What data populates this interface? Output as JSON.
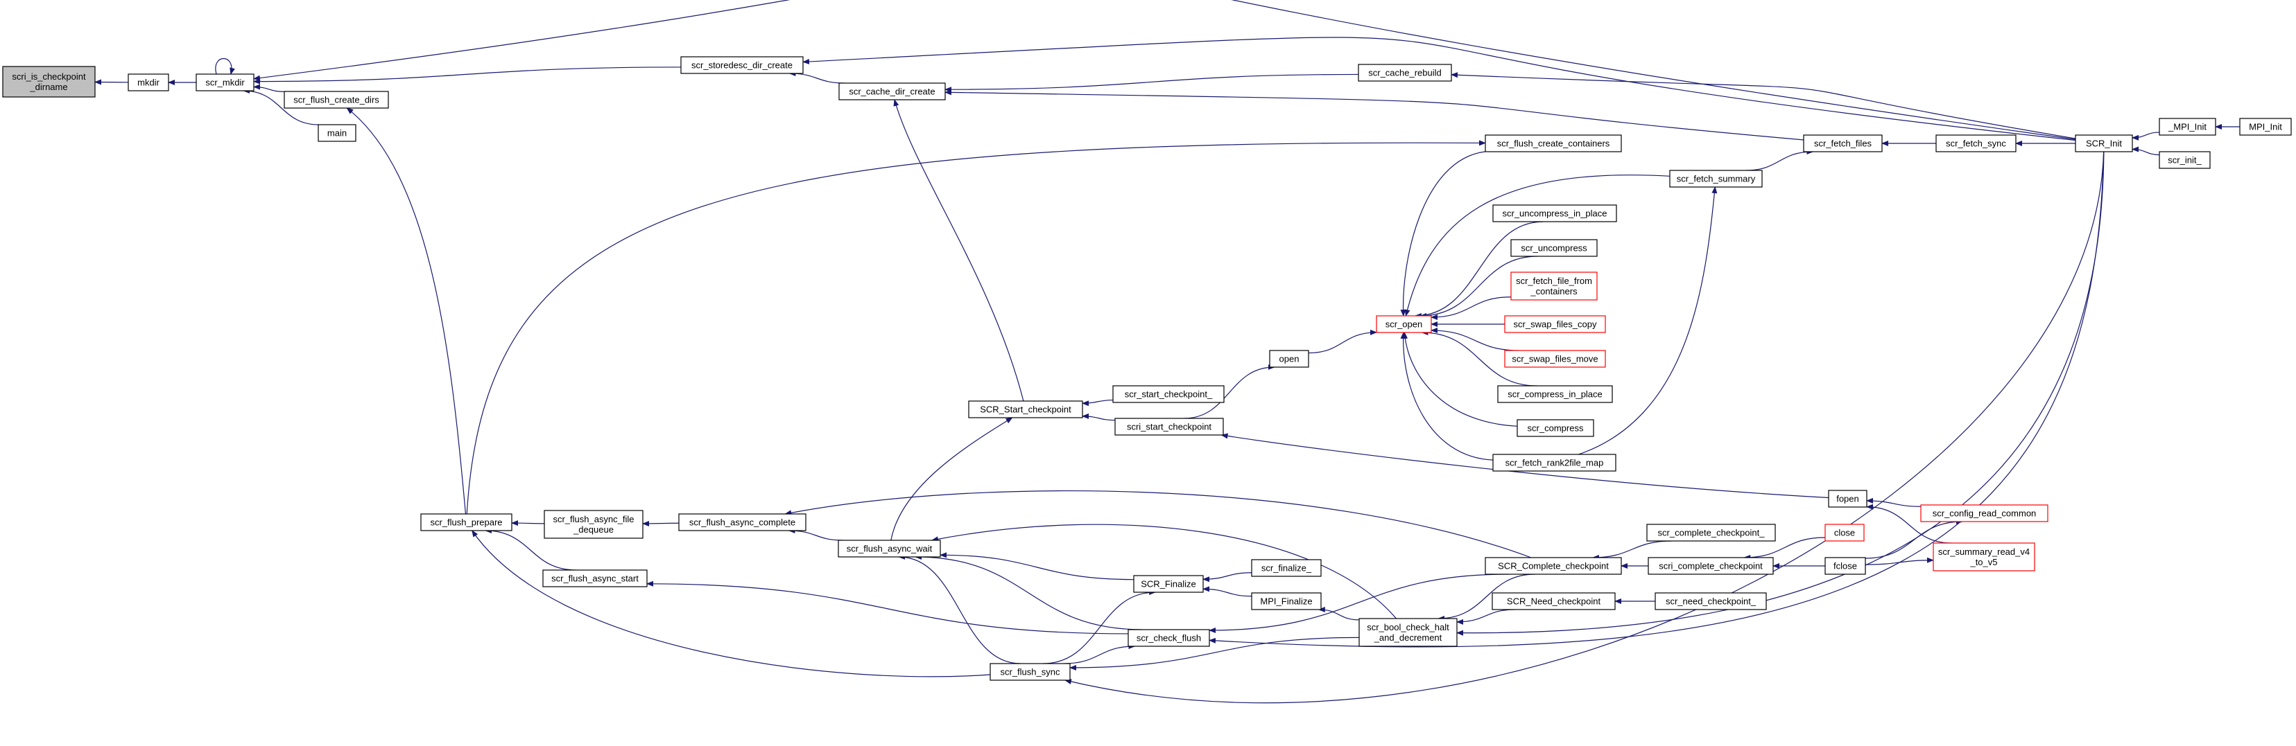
{
  "colors": {
    "edge": "#191970",
    "node_border": "#000000",
    "highlight_border": "#ff0000",
    "focus_fill": "#bfbfbf",
    "background": "#ffffff"
  },
  "nodes": {
    "checkpoint_dirname": {
      "lines": [
        "scri_is_checkpoint",
        "_dirname"
      ],
      "focus": true
    },
    "mkdir": {
      "lines": [
        "mkdir"
      ]
    },
    "scr_mkdir": {
      "lines": [
        "scr_mkdir"
      ]
    },
    "scr_flush_create_dirs": {
      "lines": [
        "scr_flush_create_dirs"
      ]
    },
    "main": {
      "lines": [
        "main"
      ]
    },
    "scr_storedesc_dir_create": {
      "lines": [
        "scr_storedesc_dir_create"
      ]
    },
    "scr_cache_dir_create": {
      "lines": [
        "scr_cache_dir_create"
      ]
    },
    "scr_cache_rebuild": {
      "lines": [
        "scr_cache_rebuild"
      ]
    },
    "scr_flush_create_containers": {
      "lines": [
        "scr_flush_create_containers"
      ]
    },
    "scr_fetch_files": {
      "lines": [
        "scr_fetch_files"
      ]
    },
    "scr_fetch_sync": {
      "lines": [
        "scr_fetch_sync"
      ]
    },
    "scr_init": {
      "lines": [
        "SCR_Init"
      ]
    },
    "mpi_init_u": {
      "lines": [
        "_MPI_Init"
      ]
    },
    "mpi_init": {
      "lines": [
        "MPI_Init"
      ]
    },
    "scr_init_": {
      "lines": [
        "scr_init_"
      ]
    },
    "scr_fetch_summary": {
      "lines": [
        "scr_fetch_summary"
      ]
    },
    "scr_uncompress_in_place": {
      "lines": [
        "scr_uncompress_in_place"
      ]
    },
    "scr_uncompress": {
      "lines": [
        "scr_uncompress"
      ]
    },
    "scr_fetch_file_from_containers": {
      "lines": [
        "scr_fetch_file_from",
        "_containers"
      ],
      "red": true
    },
    "scr_open": {
      "lines": [
        "scr_open"
      ],
      "red": true
    },
    "scr_swap_files_copy": {
      "lines": [
        "scr_swap_files_copy"
      ],
      "red": true
    },
    "scr_swap_files_move": {
      "lines": [
        "scr_swap_files_move"
      ],
      "red": true
    },
    "scr_compress_in_place": {
      "lines": [
        "scr_compress_in_place"
      ]
    },
    "scr_compress": {
      "lines": [
        "scr_compress"
      ]
    },
    "scr_fetch_rank2file_map": {
      "lines": [
        "scr_fetch_rank2file_map"
      ]
    },
    "open": {
      "lines": [
        "open"
      ]
    },
    "SCR_Start_checkpoint": {
      "lines": [
        "SCR_Start_checkpoint"
      ]
    },
    "scr_start_checkpoint_": {
      "lines": [
        "scr_start_checkpoint_"
      ]
    },
    "scri_start_checkpoint": {
      "lines": [
        "scri_start_checkpoint"
      ]
    },
    "fopen": {
      "lines": [
        "fopen"
      ]
    },
    "scr_config_read_common": {
      "lines": [
        "scr_config_read_common"
      ],
      "red": true
    },
    "scr_summary_read_v4_to_v5": {
      "lines": [
        "scr_summary_read_v4",
        "_to_v5"
      ],
      "red": true
    },
    "scr_flush_prepare": {
      "lines": [
        "scr_flush_prepare"
      ]
    },
    "scr_flush_async_file_dequeue": {
      "lines": [
        "scr_flush_async_file",
        "_dequeue"
      ]
    },
    "scr_flush_async_complete": {
      "lines": [
        "scr_flush_async_complete"
      ]
    },
    "scr_flush_async_wait": {
      "lines": [
        "scr_flush_async_wait"
      ]
    },
    "scr_flush_async_start": {
      "lines": [
        "scr_flush_async_start"
      ]
    },
    "SCR_Finalize": {
      "lines": [
        "SCR_Finalize"
      ]
    },
    "scr_finalize_": {
      "lines": [
        "scr_finalize_"
      ]
    },
    "MPI_Finalize": {
      "lines": [
        "MPI_Finalize"
      ]
    },
    "scr_check_flush": {
      "lines": [
        "scr_check_flush"
      ]
    },
    "scr_flush_sync": {
      "lines": [
        "scr_flush_sync"
      ]
    },
    "scr_bool_check_halt": {
      "lines": [
        "scr_bool_check_halt",
        "_and_decrement"
      ]
    },
    "SCR_Complete_checkpoint": {
      "lines": [
        "SCR_Complete_checkpoint"
      ]
    },
    "scr_complete_checkpoint_": {
      "lines": [
        "scr_complete_checkpoint_"
      ]
    },
    "scri_complete_checkpoint": {
      "lines": [
        "scri_complete_checkpoint"
      ]
    },
    "close": {
      "lines": [
        "close"
      ],
      "red": true
    },
    "fclose": {
      "lines": [
        "fclose"
      ]
    },
    "SCR_Need_checkpoint": {
      "lines": [
        "SCR_Need_checkpoint"
      ]
    },
    "scr_need_checkpoint_": {
      "lines": [
        "scr_need_checkpoint_"
      ]
    }
  },
  "edges": [
    [
      "mkdir",
      "checkpoint_dirname"
    ],
    [
      "scr_mkdir",
      "mkdir"
    ],
    [
      "scr_mkdir",
      "scr_mkdir"
    ],
    [
      "scr_flush_create_dirs",
      "scr_mkdir"
    ],
    [
      "main",
      "scr_mkdir"
    ],
    [
      "scr_storedesc_dir_create",
      "scr_mkdir"
    ],
    [
      "scr_init",
      "scr_mkdir"
    ],
    [
      "scr_cache_dir_create",
      "scr_storedesc_dir_create"
    ],
    [
      "scr_init",
      "scr_storedesc_dir_create"
    ],
    [
      "scr_cache_rebuild",
      "scr_cache_dir_create"
    ],
    [
      "scr_fetch_files",
      "scr_cache_dir_create"
    ],
    [
      "SCR_Start_checkpoint",
      "scr_cache_dir_create"
    ],
    [
      "scr_init",
      "scr_cache_rebuild"
    ],
    [
      "scr_flush_prepare",
      "scr_flush_create_dirs"
    ],
    [
      "scr_flush_prepare",
      "scr_flush_create_containers"
    ],
    [
      "scr_fetch_summary",
      "scr_fetch_files"
    ],
    [
      "scr_fetch_sync",
      "scr_fetch_files"
    ],
    [
      "scr_init",
      "scr_fetch_sync"
    ],
    [
      "mpi_init_u",
      "scr_init"
    ],
    [
      "scr_init_",
      "scr_init"
    ],
    [
      "mpi_init",
      "mpi_init_u"
    ],
    [
      "scr_fetch_rank2file_map",
      "scr_fetch_summary"
    ],
    [
      "scr_flush_create_containers",
      "scr_open"
    ],
    [
      "scr_fetch_summary",
      "scr_open"
    ],
    [
      "scr_uncompress_in_place",
      "scr_open"
    ],
    [
      "scr_uncompress",
      "scr_open"
    ],
    [
      "scr_fetch_file_from_containers",
      "scr_open"
    ],
    [
      "scr_swap_files_copy",
      "scr_open"
    ],
    [
      "scr_swap_files_move",
      "scr_open"
    ],
    [
      "scr_compress_in_place",
      "scr_open"
    ],
    [
      "scr_compress",
      "scr_open"
    ],
    [
      "scr_fetch_rank2file_map",
      "scr_open"
    ],
    [
      "open",
      "scr_open"
    ],
    [
      "scri_start_checkpoint",
      "open"
    ],
    [
      "scr_start_checkpoint_",
      "SCR_Start_checkpoint"
    ],
    [
      "scri_start_checkpoint",
      "SCR_Start_checkpoint"
    ],
    [
      "fopen",
      "scri_start_checkpoint"
    ],
    [
      "scr_config_read_common",
      "fopen"
    ],
    [
      "scr_summary_read_v4_to_v5",
      "fopen"
    ],
    [
      "fclose",
      "scr_config_read_common"
    ],
    [
      "fclose",
      "scr_summary_read_v4_to_v5"
    ],
    [
      "scr_flush_async_file_dequeue",
      "scr_flush_prepare"
    ],
    [
      "scr_flush_async_start",
      "scr_flush_prepare"
    ],
    [
      "scr_flush_sync",
      "scr_flush_prepare"
    ],
    [
      "scr_flush_async_complete",
      "scr_flush_async_file_dequeue"
    ],
    [
      "scr_flush_async_wait",
      "scr_flush_async_complete"
    ],
    [
      "SCR_Complete_checkpoint",
      "scr_flush_async_complete"
    ],
    [
      "scr_flush_async_wait",
      "SCR_Start_checkpoint"
    ],
    [
      "SCR_Finalize",
      "scr_flush_async_wait"
    ],
    [
      "scr_check_flush",
      "scr_flush_async_wait"
    ],
    [
      "scr_flush_sync",
      "scr_flush_async_wait"
    ],
    [
      "scr_bool_check_halt",
      "scr_flush_async_wait"
    ],
    [
      "scr_check_flush",
      "scr_flush_async_start"
    ],
    [
      "scr_finalize_",
      "SCR_Finalize"
    ],
    [
      "MPI_Finalize",
      "SCR_Finalize"
    ],
    [
      "scr_flush_sync",
      "SCR_Finalize"
    ],
    [
      "scr_bool_check_halt",
      "MPI_Finalize"
    ],
    [
      "scr_flush_sync",
      "scr_check_flush"
    ],
    [
      "SCR_Complete_checkpoint",
      "scr_check_flush"
    ],
    [
      "scr_init",
      "scr_check_flush"
    ],
    [
      "scr_bool_check_halt",
      "scr_flush_sync"
    ],
    [
      "scr_init",
      "scr_flush_sync"
    ],
    [
      "SCR_Complete_checkpoint",
      "scr_bool_check_halt"
    ],
    [
      "SCR_Need_checkpoint",
      "scr_bool_check_halt"
    ],
    [
      "scr_init",
      "scr_bool_check_halt"
    ],
    [
      "scr_complete_checkpoint_",
      "SCR_Complete_checkpoint"
    ],
    [
      "scri_complete_checkpoint",
      "SCR_Complete_checkpoint"
    ],
    [
      "close",
      "scri_complete_checkpoint"
    ],
    [
      "fclose",
      "scri_complete_checkpoint"
    ],
    [
      "scr_need_checkpoint_",
      "SCR_Need_checkpoint"
    ]
  ]
}
